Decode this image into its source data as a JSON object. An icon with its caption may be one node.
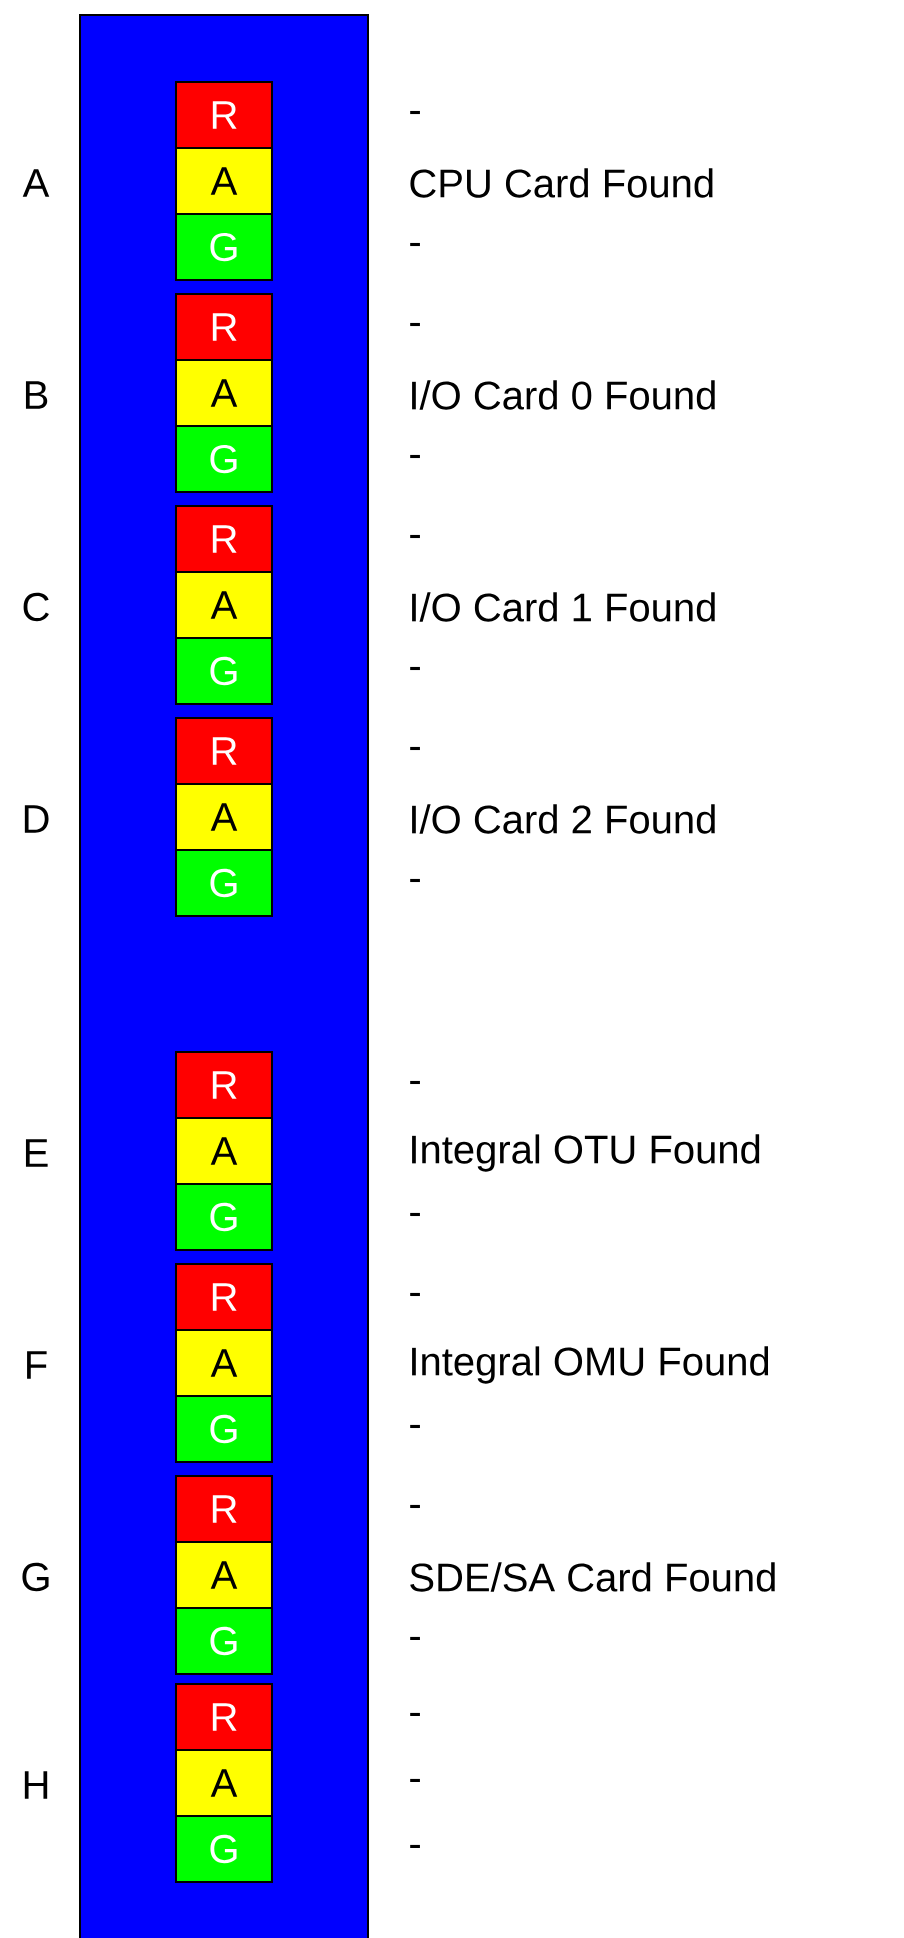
{
  "diagram": {
    "nodes": [
      {
        "text": [],
        "shape": "box"
      },
      {
        "text": [
          "R"
        ],
        "in": 0
      },
      {
        "text": [
          "A"
        ],
        "in": 0
      },
      {
        "text": [
          "G"
        ],
        "in": 0
      },
      {
        "text": [
          "R"
        ],
        "in": 0
      },
      {
        "text": [
          "A"
        ],
        "in": 0
      },
      {
        "text": [
          "G"
        ],
        "in": 0
      },
      {
        "text": [
          "R"
        ],
        "in": 0
      },
      {
        "text": [
          "A"
        ],
        "in": 0
      },
      {
        "text": [
          "G"
        ],
        "in": 0
      },
      {
        "text": [
          "R"
        ],
        "in": 0
      },
      {
        "text": [
          "A"
        ],
        "in": 0
      },
      {
        "text": [
          "G"
        ],
        "in": 0
      },
      {
        "text": [
          "R"
        ],
        "in": 0
      },
      {
        "text": [
          "A"
        ],
        "in": 0
      },
      {
        "text": [
          "G"
        ],
        "in": 0
      },
      {
        "text": [
          "R"
        ],
        "in": 0
      },
      {
        "text": [
          "A"
        ],
        "in": 0
      },
      {
        "text": [
          "G"
        ],
        "in": 0
      },
      {
        "text": [
          "R"
        ],
        "in": 0
      },
      {
        "text": [
          "A"
        ],
        "in": 0
      },
      {
        "text": [
          "G"
        ],
        "in": 0
      },
      {
        "text": [
          "R"
        ],
        "in": 0
      },
      {
        "text": [
          "A"
        ],
        "in": 0
      },
      {
        "text": [
          "G"
        ],
        "in": 0
      }
    ],
    "edges": [],
    "labels": [
      "A",
      "-",
      "CPU Card Found",
      "-",
      "B",
      "-",
      "I/O Card 0 Found",
      "-",
      "C",
      "-",
      "I/O Card 1 Found",
      "-",
      "D",
      "-",
      "I/O Card 2 Found",
      "-",
      "E",
      "-",
      "Integral OTU Found",
      "-",
      "F",
      "-",
      "Integral OMU Found",
      "-",
      "G",
      "-",
      "SDE/SA Card Found",
      "-",
      "H",
      "-",
      "-",
      "-"
    ]
  }
}
